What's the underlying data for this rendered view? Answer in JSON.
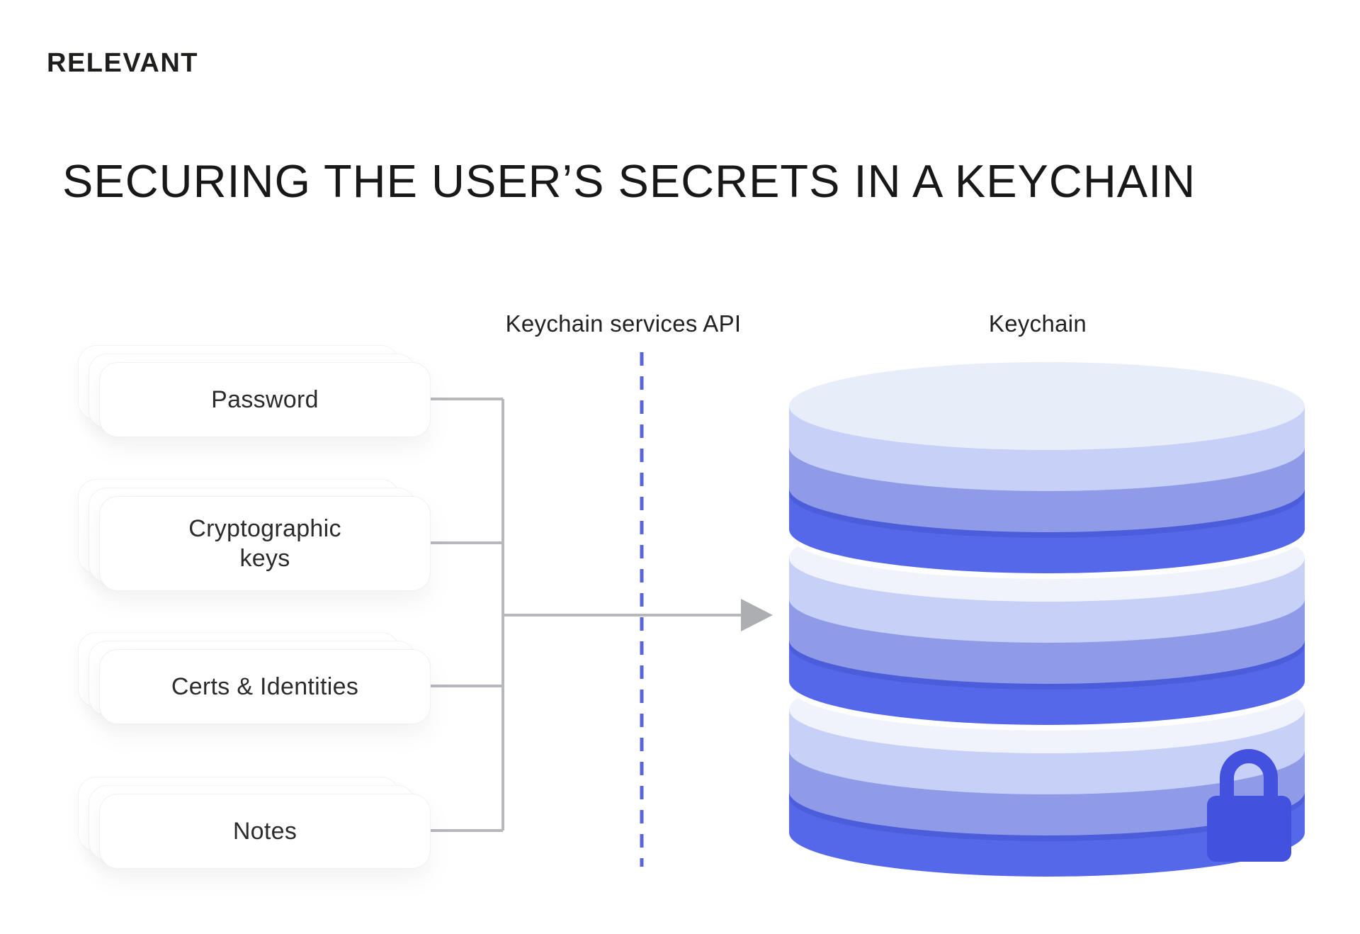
{
  "header": {
    "logo": "RELEVANT",
    "title": "SECURING THE USER’S SECRETS IN A KEYCHAIN"
  },
  "diagram": {
    "api_label": "Keychain services API",
    "keychain_label": "Keychain",
    "items": [
      {
        "label": "Password"
      },
      {
        "label": "Cryptographic keys"
      },
      {
        "label": "Certs & Identities"
      },
      {
        "label": "Notes"
      }
    ],
    "colors": {
      "dashed_line": "#5766DC",
      "connector": "#b6b8bb",
      "arrowhead": "#acaeb1",
      "db_top": "#E8EDFA",
      "db_top_bright": "#F0F3FC",
      "db_light": "#C7D0F7",
      "db_medium": "#8F9BE6",
      "db_dark": "#5568E9",
      "db_dark_lip": "#4B5DDB",
      "lock": "#4352DE"
    }
  }
}
